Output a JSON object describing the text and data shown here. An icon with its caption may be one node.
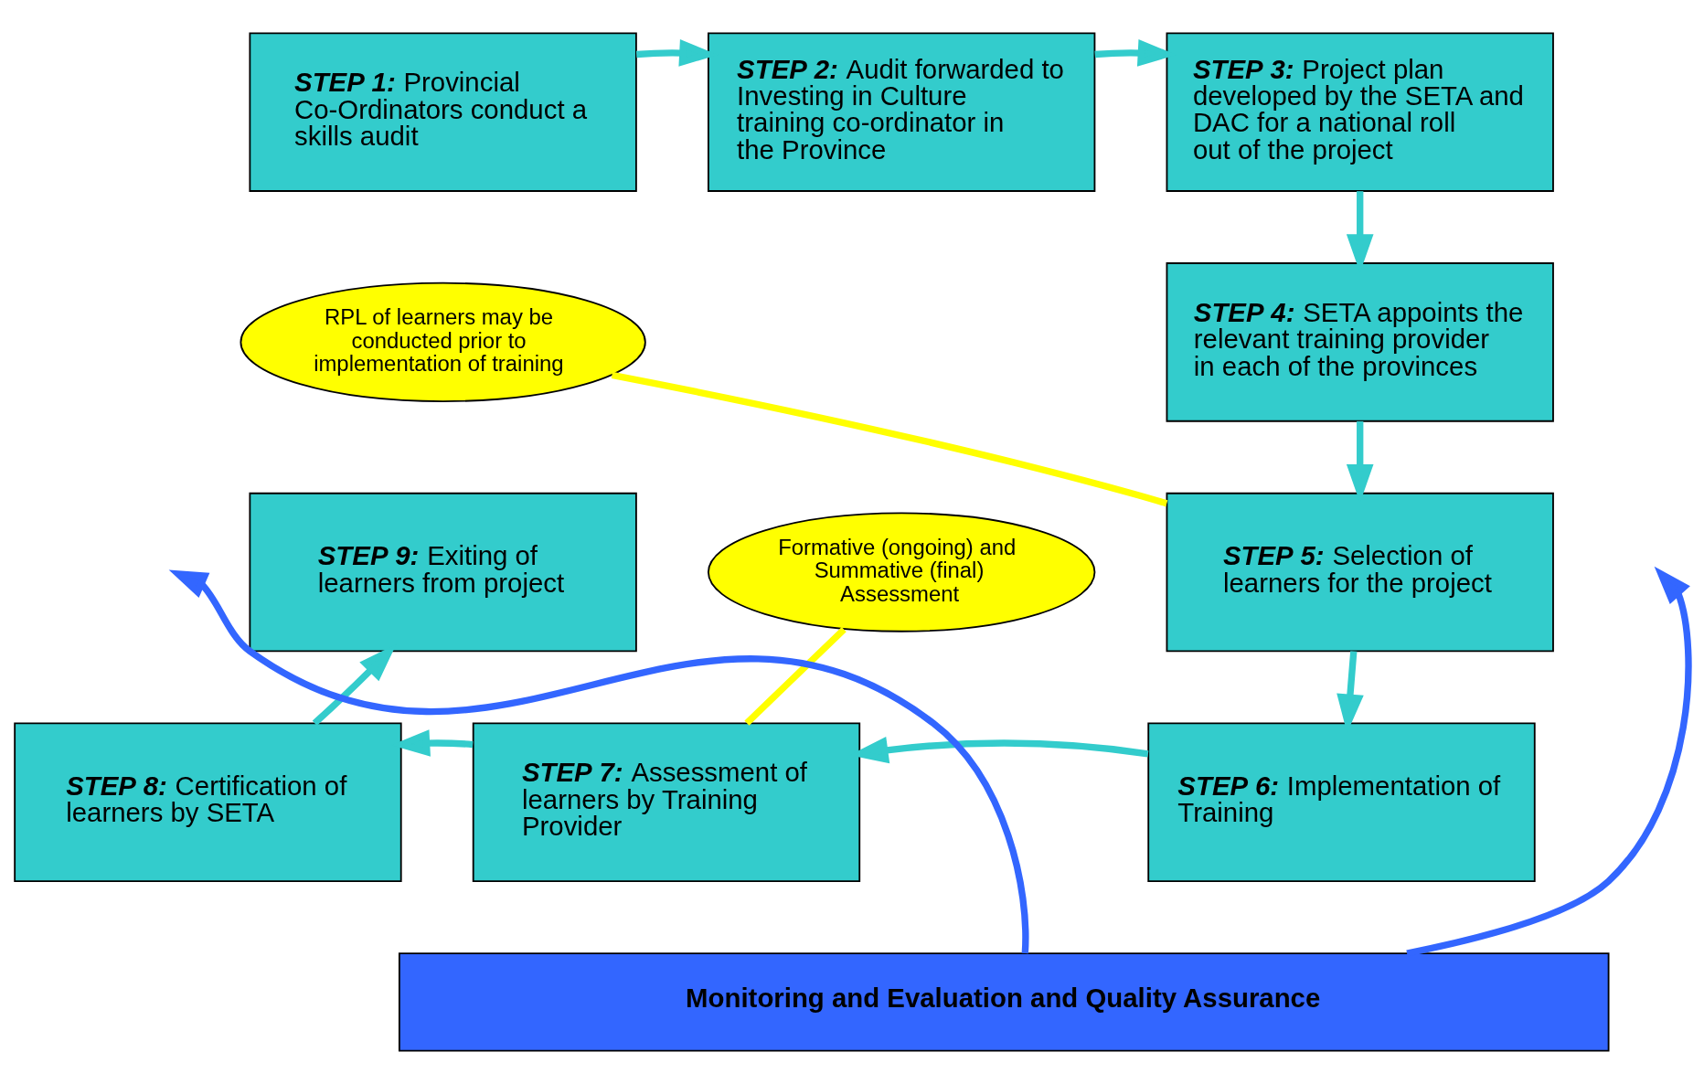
{
  "diagram": {
    "nodes": [
      {
        "text": [
          "STEP 1: Provincial Co-Ordinators conduct a skills audit"
        ]
      },
      {
        "text": [
          "STEP 2: Audit forwarded to Investing in Culture training co-ordinator in the Province"
        ]
      },
      {
        "text": [
          "STEP 3: Project plan developed by the SETA and DAC for a national roll out of the project"
        ]
      },
      {
        "text": [
          "STEP 4: SETA appoints the relevant training provider in each of the provinces"
        ]
      },
      {
        "text": [
          "RPL of learners may be conducted prior to implementation of training"
        ]
      },
      {
        "text": [
          "STEP 9: Exiting of learners from project"
        ]
      },
      {
        "text": [
          "STEP 5: Selection of learners for the project"
        ]
      },
      {
        "text": [
          "Formative (ongoing) and Summative (final) Assessment"
        ]
      },
      {
        "text": [
          "STEP 8: Certification of learners by SETA"
        ]
      },
      {
        "text": [
          "STEP 7: Assessment of learners by Training Provider"
        ]
      },
      {
        "text": [
          "STEP 6: Implementation of Training"
        ]
      },
      {
        "text": [
          "Monitoring and Evaluation and Quality Assurance"
        ]
      }
    ],
    "edges": [
      {
        "from": 0,
        "to": 1,
        "arrow": "to"
      },
      {
        "from": 1,
        "to": 2,
        "arrow": "to"
      },
      {
        "from": 2,
        "to": 3,
        "arrow": "to"
      },
      {
        "from": 3,
        "to": 6,
        "arrow": "to"
      },
      {
        "from": 6,
        "to": 10,
        "arrow": "to"
      },
      {
        "from": 10,
        "to": 9,
        "arrow": "to"
      },
      {
        "from": 9,
        "to": 8,
        "arrow": "to"
      },
      {
        "from": 8,
        "to": 5,
        "arrow": "to"
      },
      {
        "from": 4,
        "to": 6,
        "arrow": "none",
        "color": "#ffff00"
      },
      {
        "from": 7,
        "to": 9,
        "arrow": "none",
        "color": "#ffff00"
      },
      {
        "from": 11,
        "to": null,
        "arrow": "to",
        "color": "#3366ff"
      },
      {
        "from": 11,
        "to": null,
        "arrow": "to",
        "color": "#3366ff"
      }
    ]
  }
}
